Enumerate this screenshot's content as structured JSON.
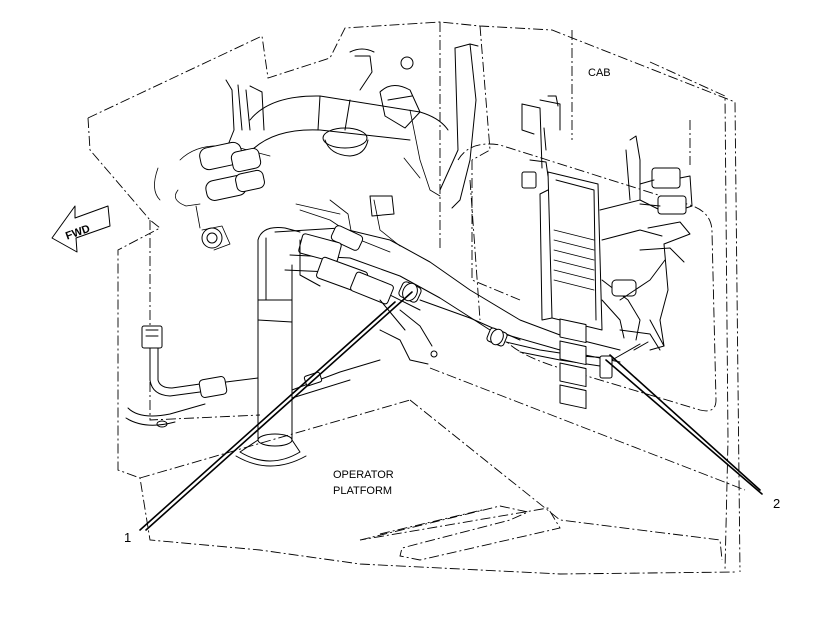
{
  "labels": {
    "cab": "CAB",
    "operator_platform_line1": "OPERATOR",
    "operator_platform_line2": "PLATFORM",
    "fwd": "FWD"
  },
  "callouts": [
    {
      "number": "1"
    },
    {
      "number": "2"
    }
  ]
}
